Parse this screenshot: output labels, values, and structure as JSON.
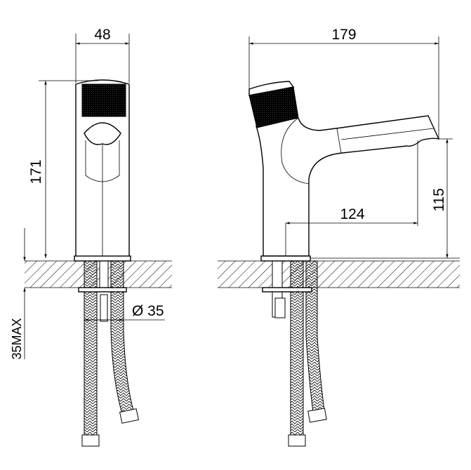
{
  "drawing": {
    "front_view": {
      "width_label": "48",
      "height_label": "171",
      "hole_diameter_label": "Ø 35",
      "deck_thickness_label": "35MAX"
    },
    "side_view": {
      "length_label": "179",
      "reach_label": "124",
      "spout_height_label": "115"
    },
    "colors": {
      "line": "#000000",
      "background": "#ffffff"
    }
  }
}
